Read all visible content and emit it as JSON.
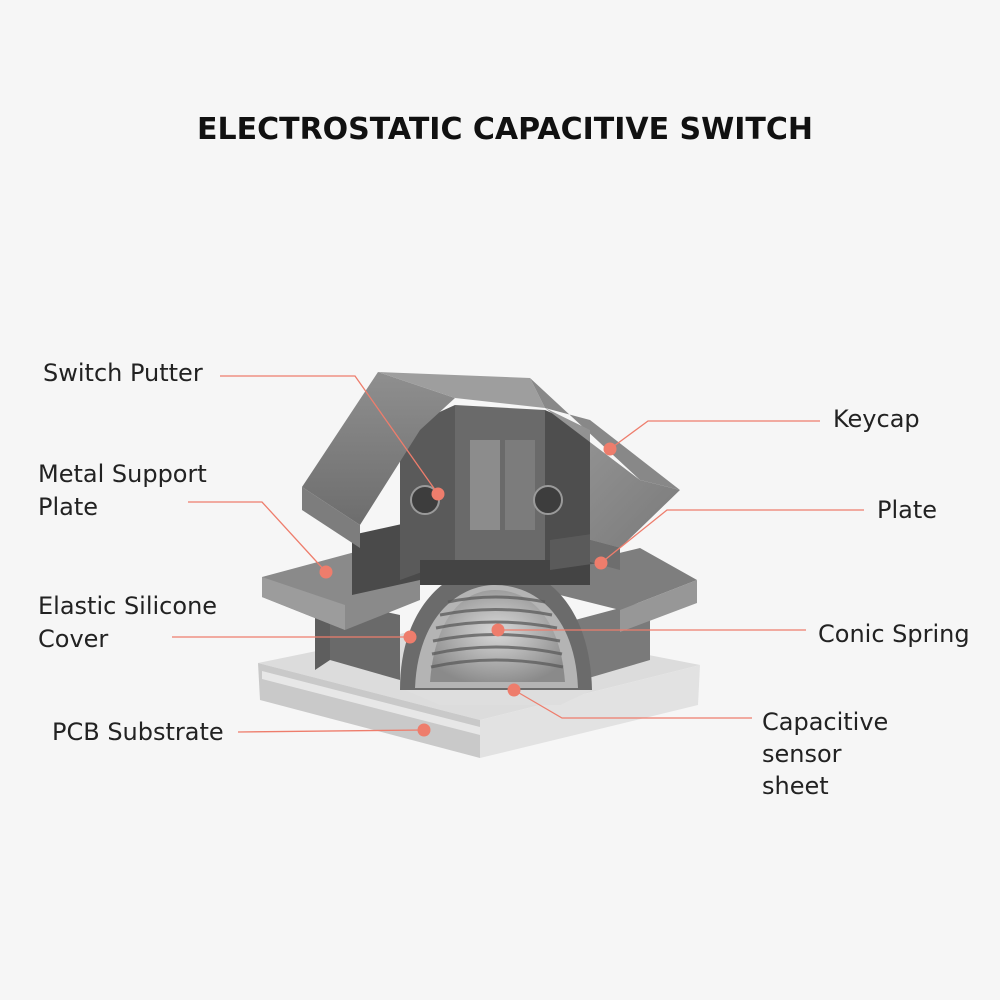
{
  "title": "ELECTROSTATIC CAPACITIVE SWITCH",
  "accent_color": "#ee7d6c",
  "labels": {
    "switch_putter": "Switch Putter",
    "metal_support_plate": "Metal Support\nPlate",
    "elastic_silicone_cover": "Elastic Silicone\nCover",
    "pcb_substrate": "PCB Substrate",
    "keycap": "Keycap",
    "plate": "Plate",
    "conic_spring": "Conic Spring",
    "capacitive_sensor_sheet": "Capacitive\nsensor\nsheet"
  }
}
